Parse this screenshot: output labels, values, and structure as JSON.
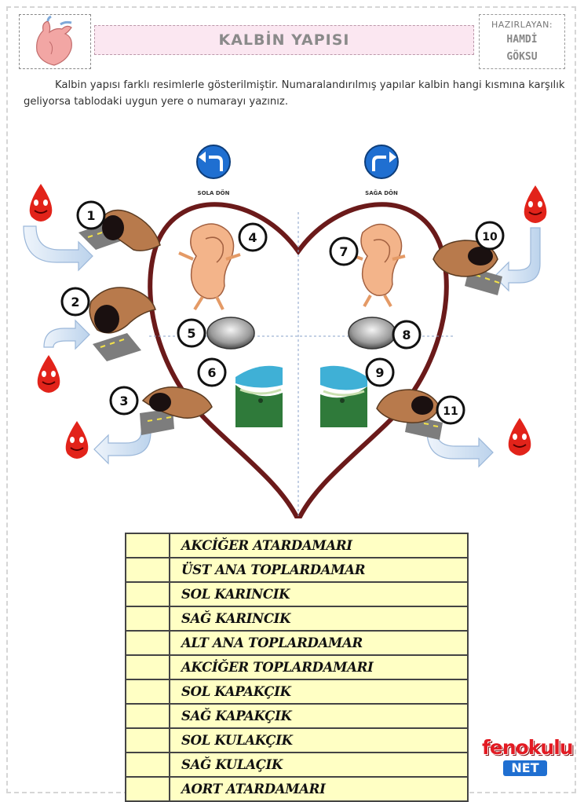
{
  "header": {
    "title": "KALBİN YAPISI",
    "author_label": "HAZIRLAYAN:",
    "author_first": "HAMDİ",
    "author_last": "GÖKSU"
  },
  "intro_text": "Kalbin yapısı farklı resimlerle gösterilmiştir. Numaralandırılmış yapılar kalbin hangi kısmına karşılık geliyorsa tablodaki uygun yere o numarayı yazınız.",
  "diagram": {
    "left_sign_label": "SOLA DÖN",
    "right_sign_label": "SAĞA DÖN",
    "numbers": [
      "1",
      "2",
      "3",
      "4",
      "5",
      "6",
      "7",
      "8",
      "9",
      "10",
      "11"
    ]
  },
  "table_rows": [
    {
      "label": "AKCİĞER ATARDAMARI"
    },
    {
      "label": "ÜST ANA TOPLARDAMAR"
    },
    {
      "label": "SOL KARINCIK"
    },
    {
      "label": "SAĞ KARINCIK"
    },
    {
      "label": "ALT ANA TOPLARDAMAR"
    },
    {
      "label": "AKCİĞER TOPLARDAMARI"
    },
    {
      "label": "SOL KAPAKÇIK"
    },
    {
      "label": "SAĞ KAPAKÇIK"
    },
    {
      "label": "SOL KULAKÇIK"
    },
    {
      "label": "SAĞ KULAÇIK"
    },
    {
      "label": "AORT ATARDAMARI"
    }
  ],
  "brand": {
    "top": "fenokulu",
    "bottom": "NET"
  },
  "colors": {
    "heart_outline": "#6b1a1a",
    "title_bg": "#fbe7f1",
    "table_bg": "#ffffc4",
    "blood_drop": "#e2231a",
    "sign_blue": "#1f6fd1",
    "brand_red": "#e31b23"
  }
}
